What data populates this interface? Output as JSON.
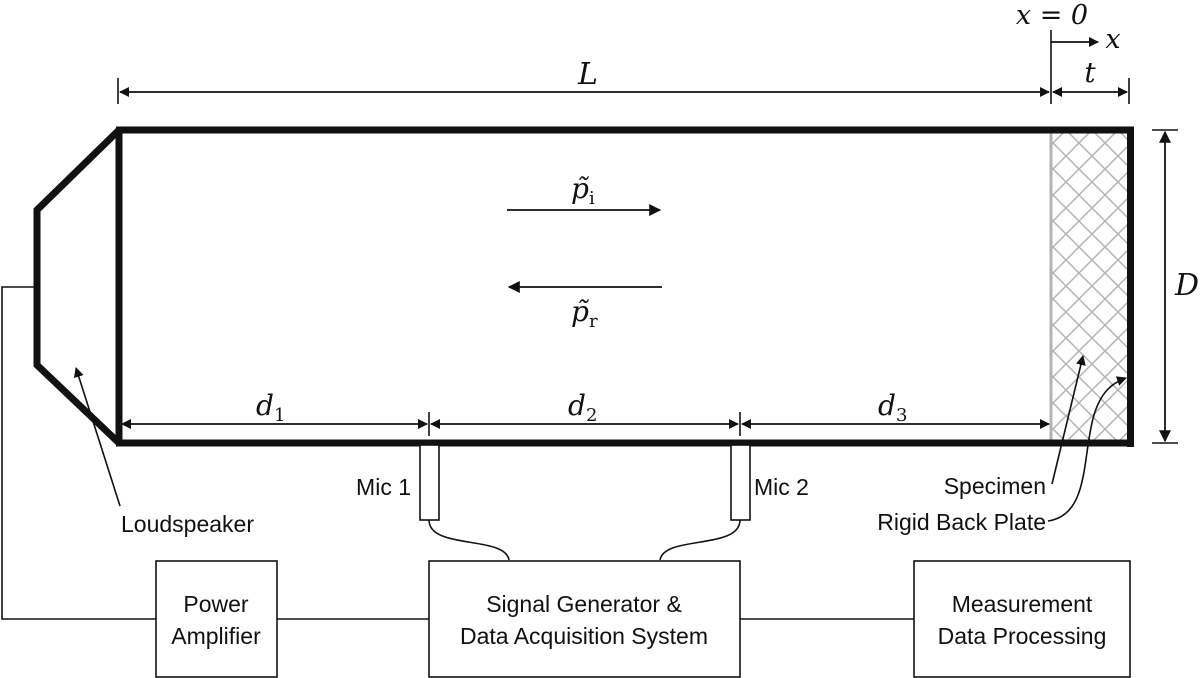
{
  "colors": {
    "line": "#111111",
    "specimen_hatch": "#b3b3b3",
    "background": "#ffffff"
  },
  "labels": {
    "x_origin": "x = 0",
    "x_axis": "x",
    "length_L": "L",
    "thickness_t": "t",
    "diameter_D": "D",
    "d1": "d",
    "d1_sub": "1",
    "d2": "d",
    "d2_sub": "2",
    "d3": "d",
    "d3_sub": "3",
    "p_incident": "p̃",
    "p_incident_sub": "i",
    "p_reflected": "p̃",
    "p_reflected_sub": "r",
    "mic1": "Mic 1",
    "mic2": "Mic 2",
    "loudspeaker": "Loudspeaker",
    "specimen": "Specimen",
    "back_plate": "Rigid Back Plate"
  },
  "blocks": {
    "power_amplifier": [
      "Power",
      "Amplifier"
    ],
    "signal_generator": [
      "Signal Generator &",
      "Data Acquisition System"
    ],
    "measurement": [
      "Measurement",
      "Data Processing"
    ]
  }
}
